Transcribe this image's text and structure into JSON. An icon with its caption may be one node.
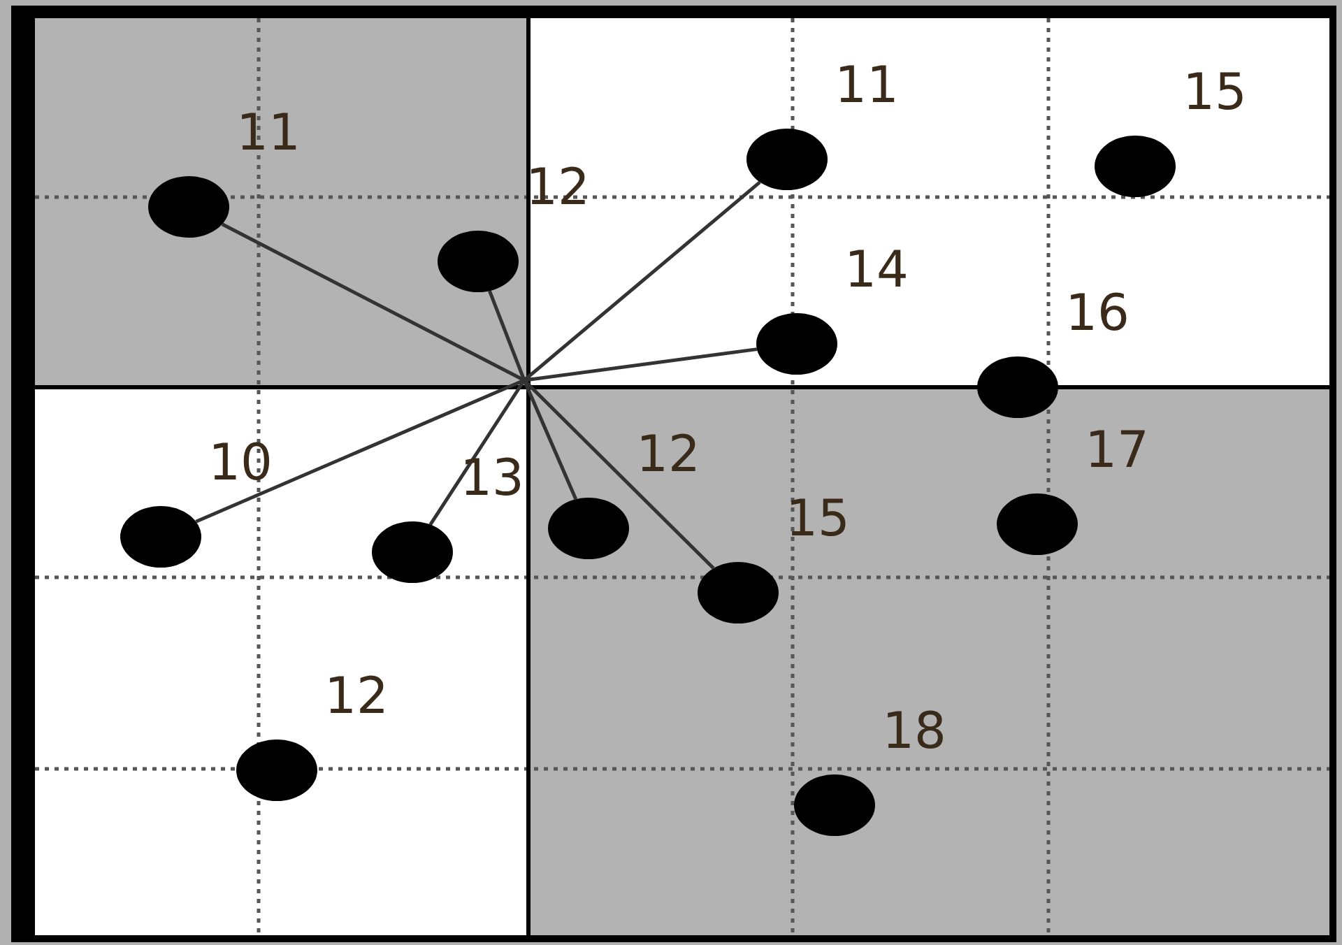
{
  "diagram": {
    "nodes": [
      {
        "text": [],
        "shape": "circle",
        "beside": [
          "11"
        ]
      },
      {
        "text": [],
        "shape": "circle",
        "beside": [
          "15"
        ]
      },
      {
        "text": [],
        "shape": "circle",
        "beside": [
          "11"
        ]
      },
      {
        "text": [],
        "shape": "circle",
        "beside": [
          "12"
        ]
      },
      {
        "text": [],
        "shape": "circle",
        "beside": [
          "14"
        ]
      },
      {
        "text": [],
        "shape": "circle",
        "beside": [
          "16"
        ]
      },
      {
        "text": [],
        "shape": "circle",
        "beside": [
          "10"
        ]
      },
      {
        "text": [],
        "shape": "circle",
        "beside": [
          "13"
        ]
      },
      {
        "text": [],
        "shape": "circle",
        "beside": [
          "12"
        ]
      },
      {
        "text": [],
        "shape": "circle",
        "beside": [
          "17"
        ]
      },
      {
        "text": [],
        "shape": "circle",
        "beside": [
          "15"
        ]
      },
      {
        "text": [],
        "shape": "circle",
        "beside": [
          "12"
        ]
      },
      {
        "text": [],
        "shape": "circle",
        "beside": [
          "18"
        ]
      }
    ],
    "edges": [
      {
        "from": null,
        "to": 0,
        "arrow": "none"
      },
      {
        "from": null,
        "to": 2,
        "arrow": "none"
      },
      {
        "from": null,
        "to": 3,
        "arrow": "none"
      },
      {
        "from": null,
        "to": 4,
        "arrow": "none"
      },
      {
        "from": null,
        "to": 6,
        "arrow": "none"
      },
      {
        "from": null,
        "to": 7,
        "arrow": "none"
      },
      {
        "from": null,
        "to": 8,
        "arrow": "none"
      },
      {
        "from": null,
        "to": 10,
        "arrow": "none"
      }
    ]
  }
}
